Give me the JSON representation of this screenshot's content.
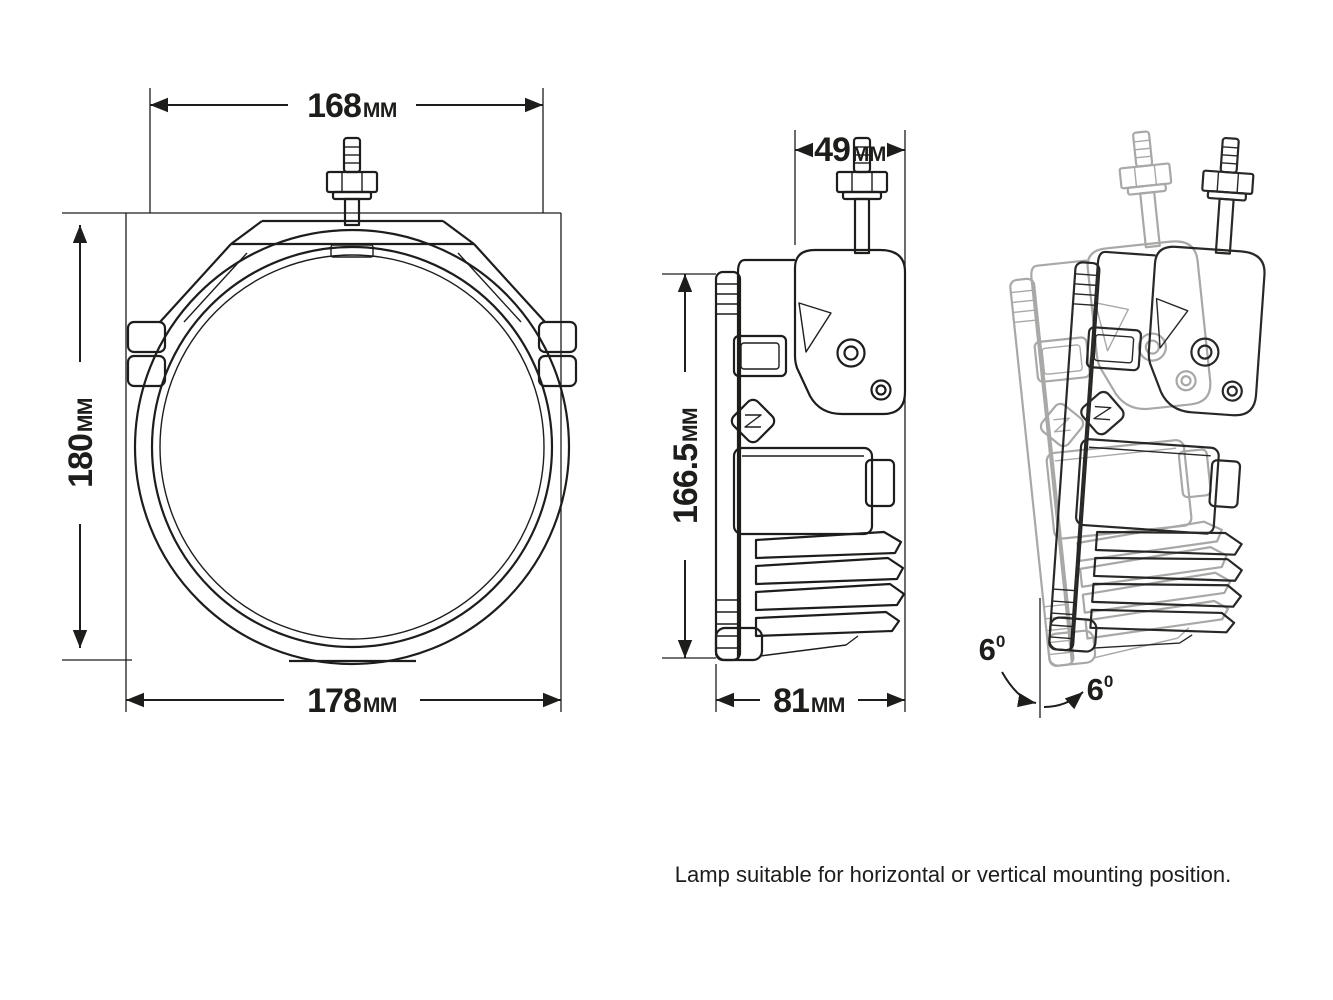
{
  "diagram": {
    "caption": "Lamp suitable for horizontal or vertical mounting position.",
    "colors": {
      "line": "#1d1d1b",
      "background": "#ffffff"
    },
    "icons": {
      "logo": "lazer-logo-icon",
      "bolt": "mounting-bolt-icon"
    },
    "views": {
      "front": {
        "top_width": {
          "value": "168",
          "unit": "MM"
        },
        "height": {
          "value": "180",
          "unit": "MM"
        },
        "bottom_width": {
          "value": "178",
          "unit": "MM"
        }
      },
      "side": {
        "top_width": {
          "value": "49",
          "unit": "MM"
        },
        "height": {
          "value": "166.5",
          "unit": "MM"
        },
        "bottom_width": {
          "value": "81",
          "unit": "MM"
        }
      },
      "tilt": {
        "left_angle": {
          "value": "6",
          "unit": "0"
        },
        "right_angle": {
          "value": "6",
          "unit": "0"
        }
      }
    }
  }
}
